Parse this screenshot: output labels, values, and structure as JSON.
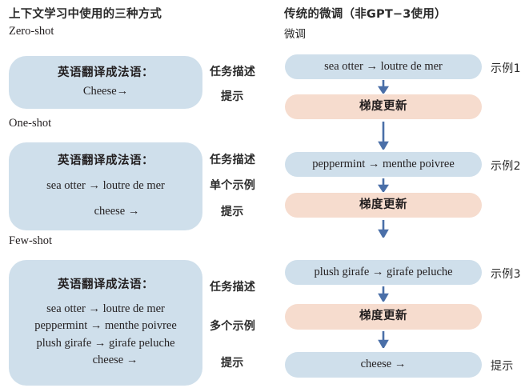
{
  "left_column": {
    "heading": "上下文学习中使用的三种方式",
    "sections": [
      {
        "label": "Zero-shot",
        "box_lines": [
          "英语翻译成法语：",
          "Cheese→"
        ],
        "notes": [
          "任务描述",
          "提示"
        ]
      },
      {
        "label": "One-shot",
        "box_lines": [
          "英语翻译成法语：",
          "sea otter  →   loutre de mer",
          "cheese  →"
        ],
        "notes": [
          "任务描述",
          "单个示例",
          "提示"
        ]
      },
      {
        "label": "Few-shot",
        "box_lines": [
          "英语翻译成法语：",
          "sea otter  →   loutre de mer",
          "peppermint  →  menthe poivree",
          "plush girafe  →  girafe peluche",
          "cheese  →"
        ],
        "notes": [
          "任务描述",
          "多个示例",
          "提示"
        ]
      }
    ]
  },
  "right_column": {
    "heading": "传统的微调（非GPT−3使用）",
    "subheading": "微调",
    "steps": [
      {
        "text": "sea otter  →  loutre de mer",
        "kind": "example",
        "note": "示例1"
      },
      {
        "text": "梯度更新",
        "kind": "gradient",
        "note": ""
      },
      {
        "text": "peppermint  →  menthe poivree",
        "kind": "example",
        "note": "示例2"
      },
      {
        "text": "梯度更新",
        "kind": "gradient",
        "note": ""
      },
      {
        "text": "plush girafe  →  girafe peluche",
        "kind": "example",
        "note": "示例3"
      },
      {
        "text": "梯度更新",
        "kind": "gradient",
        "note": ""
      },
      {
        "text": "cheese  →",
        "kind": "example",
        "note": "提示"
      }
    ],
    "arrow_icon": "down-arrow-icon"
  },
  "colors": {
    "example_box": "#cfdfeb",
    "gradient_box": "#f6dcce",
    "arrow": "#4a6fa8",
    "text": "#231f20"
  }
}
